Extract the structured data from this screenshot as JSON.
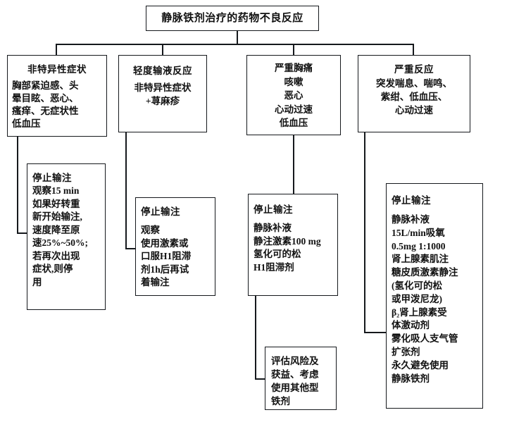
{
  "diagram": {
    "title_node": {
      "text": "静脉铁剂治疗的药物不良反应"
    },
    "symptom_nodes": [
      {
        "header": "非特异性症状",
        "lines": [
          "胸部紧迫感、头",
          "晕目眩、恶心、",
          "瘙痒、无症状性",
          "低血压"
        ]
      },
      {
        "header": "轻度输液反应",
        "lines": [
          "非特异性症状",
          "+荨麻疹"
        ]
      },
      {
        "header": "",
        "lines": [
          "严重胸痛",
          "咳嗽",
          "恶心",
          "心动过速",
          "低血压"
        ]
      },
      {
        "header": "严重反应",
        "lines": [
          "突发喘息、喘鸣、",
          "紫绀、低血压、",
          "心动过速"
        ]
      }
    ],
    "treatment_nodes": [
      {
        "header": "停止输注",
        "lines": [
          "观察15 min",
          "如果好转重",
          "新开始输注,",
          "速度降至原",
          "速25%~50%;",
          "若再次出现",
          "症状,则停",
          "用"
        ]
      },
      {
        "header": "停止输注",
        "lines": [
          "观察",
          "使用激素或",
          "口服H1阻滞",
          "剂1h后再试",
          "着输注"
        ]
      },
      {
        "header": "停止输注",
        "lines": [
          "静脉补液",
          "静注激素100 mg",
          "氢化可的松",
          "H1阻滞剂"
        ]
      },
      {
        "header": "停止输注",
        "lines": [
          "静脉补液",
          "15L/min吸氧",
          "0.5mg 1:1000",
          "肾上腺素肌注",
          "糖皮质激素静注",
          "(氢化可的松",
          "或甲泼尼龙)",
          "β₂肾上腺素受",
          "体激动剂",
          "雾化吸人支气管",
          "扩张剂",
          "永久避免使用",
          "静脉铁剂"
        ]
      },
      {
        "header": "",
        "lines": [
          "评估风险及",
          "获益、考虑",
          "使用其他型",
          "铁剂"
        ]
      }
    ]
  }
}
